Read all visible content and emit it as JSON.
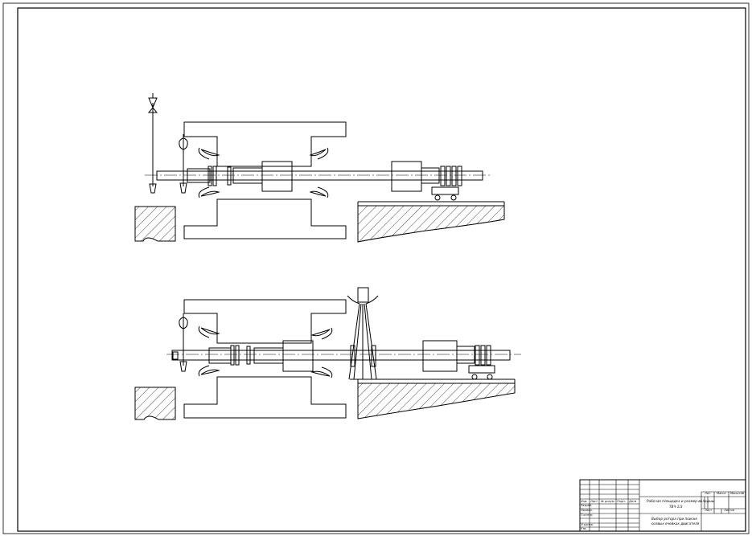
{
  "title_block": {
    "header": {
      "izm": "Изм.",
      "list": "Лист",
      "doc_no": "№ докум.",
      "sign": "Подп.",
      "date": "Дата"
    },
    "roles": {
      "razrab": "Разраб.",
      "prov": "Провер.",
      "t_kontr": "Т.контр.",
      "n_kontr": "Н.контр.",
      "utv": "Утв."
    },
    "document_title_line1": "Рабочая площадка и размер-вкладыш",
    "document_title_line2": "ТВЧ-1/3",
    "sheet_title_line1": "Выбор ротора при поиске",
    "sheet_title_line2": "осевых ячейках двигателя",
    "lit": "Лит.",
    "mass": "Масса",
    "scale": "Масштаб",
    "sheet": "Лист",
    "sheets": "Листов"
  },
  "colors": {
    "line": "#000000",
    "background": "#ffffff"
  }
}
